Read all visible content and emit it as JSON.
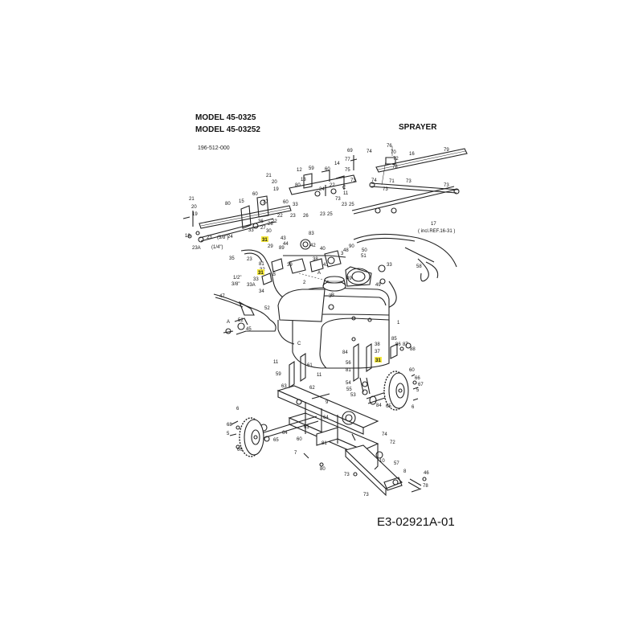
{
  "header": {
    "model_line_1": "MODEL 45-0325",
    "model_line_2": "MODEL 45-03252",
    "title": "SPRAYER",
    "part_number": "196-512-000"
  },
  "footer": {
    "diagram_code": "E3-02921A-01"
  },
  "highlight_color": "#f6ea3c",
  "callouts": [
    {
      "id": "c69a",
      "t": "69"
    },
    {
      "id": "c74",
      "t": "74"
    },
    {
      "id": "c76",
      "t": "76"
    },
    {
      "id": "c77",
      "t": "77"
    },
    {
      "id": "c70",
      "t": "70"
    },
    {
      "id": "c16",
      "t": "16"
    },
    {
      "id": "c79",
      "t": "79"
    },
    {
      "id": "c75",
      "t": "75"
    },
    {
      "id": "c14",
      "t": "14"
    },
    {
      "id": "c72",
      "t": "72"
    },
    {
      "id": "c78a",
      "t": "78"
    },
    {
      "id": "c73a",
      "t": "73"
    },
    {
      "id": "c74b",
      "t": "74"
    },
    {
      "id": "c12",
      "t": "12"
    },
    {
      "id": "c59",
      "t": "59"
    },
    {
      "id": "c60a",
      "t": "60"
    },
    {
      "id": "c71",
      "t": "71"
    },
    {
      "id": "c73b",
      "t": "73"
    },
    {
      "id": "c73c",
      "t": "73"
    },
    {
      "id": "c73d",
      "t": "73"
    },
    {
      "id": "c21a",
      "t": "21"
    },
    {
      "id": "c20a",
      "t": "20"
    },
    {
      "id": "c19a",
      "t": "19"
    },
    {
      "id": "c13",
      "t": "13"
    },
    {
      "id": "c80a",
      "t": "80"
    },
    {
      "id": "c24a",
      "t": "24"
    },
    {
      "id": "c22a",
      "t": "22"
    },
    {
      "id": "c60b",
      "t": "60"
    },
    {
      "id": "c37a",
      "t": "37"
    },
    {
      "id": "c73e",
      "t": "73"
    },
    {
      "id": "c11a",
      "t": "11"
    },
    {
      "id": "cCa",
      "t": "C"
    },
    {
      "id": "c25a",
      "t": "25"
    },
    {
      "id": "c23a",
      "t": "23"
    },
    {
      "id": "c21b",
      "t": "21"
    },
    {
      "id": "c20b",
      "t": "20"
    },
    {
      "id": "c19b",
      "t": "19"
    },
    {
      "id": "c15",
      "t": "15"
    },
    {
      "id": "c80b",
      "t": "80"
    },
    {
      "id": "c60c",
      "t": "60"
    },
    {
      "id": "c33a",
      "t": "33"
    },
    {
      "id": "c22b",
      "t": "22"
    },
    {
      "id": "c23b",
      "t": "23"
    },
    {
      "id": "c26",
      "t": "26"
    },
    {
      "id": "c23c",
      "t": "23"
    },
    {
      "id": "c27",
      "t": "27"
    },
    {
      "id": "c25b",
      "t": "25"
    },
    {
      "id": "c36",
      "t": "36"
    },
    {
      "id": "c28",
      "t": "28"
    },
    {
      "id": "c30",
      "t": "30"
    },
    {
      "id": "c33b",
      "t": "33"
    },
    {
      "id": "c22c",
      "t": "22"
    },
    {
      "id": "c18",
      "t": "18"
    },
    {
      "id": "c23d",
      "t": "23"
    },
    {
      "id": "c24b",
      "t": "24"
    },
    {
      "id": "c17",
      "t": "17"
    },
    {
      "id": "c17ref",
      "t": "( incl.REF.16-31 )"
    },
    {
      "id": "c23A1",
      "t": "23A"
    },
    {
      "id": "c38size",
      "t": "(3/8\")"
    },
    {
      "id": "c14size",
      "t": "(1/4\")"
    },
    {
      "id": "c31a",
      "t": "31",
      "hl": true
    },
    {
      "id": "c29",
      "t": "29"
    },
    {
      "id": "c43",
      "t": "43"
    },
    {
      "id": "c44",
      "t": "44"
    },
    {
      "id": "c89",
      "t": "89"
    },
    {
      "id": "c42",
      "t": "42"
    },
    {
      "id": "c83",
      "t": "83"
    },
    {
      "id": "c90",
      "t": "90"
    },
    {
      "id": "c48",
      "t": "48"
    },
    {
      "id": "c50",
      "t": "50"
    },
    {
      "id": "c51",
      "t": "51"
    },
    {
      "id": "c58",
      "t": "58"
    },
    {
      "id": "c35",
      "t": "35"
    },
    {
      "id": "c23e",
      "t": "23"
    },
    {
      "id": "c81a",
      "t": "81"
    },
    {
      "id": "c32",
      "t": "32"
    },
    {
      "id": "c39",
      "t": "39"
    },
    {
      "id": "c40",
      "t": "40"
    },
    {
      "id": "c41",
      "t": "41"
    },
    {
      "id": "c38a",
      "t": "38"
    },
    {
      "id": "cAa",
      "t": "A"
    },
    {
      "id": "c3a",
      "t": "3"
    },
    {
      "id": "c33c",
      "t": "33"
    },
    {
      "id": "cBa",
      "t": "B"
    },
    {
      "id": "c31b",
      "t": "31",
      "hl": true
    },
    {
      "id": "c33d",
      "t": "33"
    },
    {
      "id": "c33size",
      "t": "1/2\""
    },
    {
      "id": "c33A",
      "t": "33A"
    },
    {
      "id": "c34",
      "t": "34"
    },
    {
      "id": "c38size2",
      "t": "3/8\""
    },
    {
      "id": "c49a",
      "t": "49"
    },
    {
      "id": "c2",
      "t": "2"
    },
    {
      "id": "c49b",
      "t": "49"
    },
    {
      "id": "c1",
      "t": "1"
    },
    {
      "id": "c3b",
      "t": "3"
    },
    {
      "id": "cBb",
      "t": "B"
    },
    {
      "id": "c47",
      "t": "47"
    },
    {
      "id": "c52",
      "t": "52"
    },
    {
      "id": "cAb",
      "t": "A"
    },
    {
      "id": "c52b",
      "t": "52"
    },
    {
      "id": "c45",
      "t": "45"
    },
    {
      "id": "c11b",
      "t": "11"
    },
    {
      "id": "cCb",
      "t": "C"
    },
    {
      "id": "c84a",
      "t": "84"
    },
    {
      "id": "c38b",
      "t": "38"
    },
    {
      "id": "c37b",
      "t": "37"
    },
    {
      "id": "c31c",
      "t": "31",
      "hl": true
    },
    {
      "id": "c56",
      "t": "56"
    },
    {
      "id": "c81b",
      "t": "81"
    },
    {
      "id": "c85",
      "t": "85"
    },
    {
      "id": "c86",
      "t": "86"
    },
    {
      "id": "c87",
      "t": "87"
    },
    {
      "id": "c88",
      "t": "88"
    },
    {
      "id": "c59b",
      "t": "59"
    },
    {
      "id": "c61a",
      "t": "61"
    },
    {
      "id": "c11c",
      "t": "11"
    },
    {
      "id": "c54",
      "t": "54"
    },
    {
      "id": "c55",
      "t": "55"
    },
    {
      "id": "c53",
      "t": "53"
    },
    {
      "id": "c60d",
      "t": "60"
    },
    {
      "id": "c66a",
      "t": "66"
    },
    {
      "id": "c67a",
      "t": "67"
    },
    {
      "id": "c5a",
      "t": "5"
    },
    {
      "id": "c84b",
      "t": "84"
    },
    {
      "id": "c65a",
      "t": "65"
    },
    {
      "id": "c6a",
      "t": "6"
    },
    {
      "id": "c62",
      "t": "62"
    },
    {
      "id": "c63",
      "t": "63"
    },
    {
      "id": "c9",
      "t": "9"
    },
    {
      "id": "c6b",
      "t": "6"
    },
    {
      "id": "c68",
      "t": "68"
    },
    {
      "id": "c5b",
      "t": "5"
    },
    {
      "id": "c64",
      "t": "64"
    },
    {
      "id": "c65b",
      "t": "65"
    },
    {
      "id": "c66b",
      "t": "66"
    },
    {
      "id": "c61b",
      "t": "61"
    },
    {
      "id": "c60e",
      "t": "60"
    },
    {
      "id": "c72b",
      "t": "72"
    },
    {
      "id": "c74c",
      "t": "74"
    },
    {
      "id": "c81c",
      "t": "81"
    },
    {
      "id": "c7",
      "t": "7"
    },
    {
      "id": "c10",
      "t": "10"
    },
    {
      "id": "c8",
      "t": "8"
    },
    {
      "id": "c57",
      "t": "57"
    },
    {
      "id": "c46",
      "t": "46"
    },
    {
      "id": "c78b",
      "t": "78"
    },
    {
      "id": "c80c",
      "t": "80"
    },
    {
      "id": "c73f",
      "t": "73"
    },
    {
      "id": "c73g",
      "t": "73"
    },
    {
      "id": "c64b",
      "t": "64"
    }
  ]
}
